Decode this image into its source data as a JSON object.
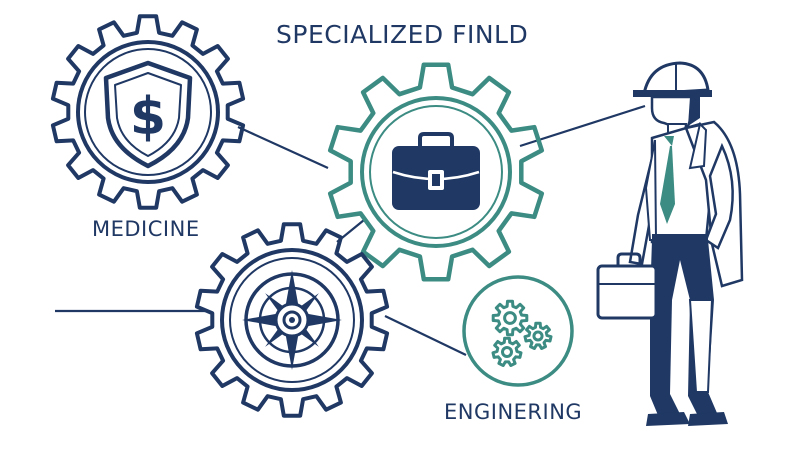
{
  "title": "SPECIALIZED FINLD",
  "labels": {
    "medicine": "MEDICINE",
    "engineering": "ENGINERING"
  },
  "icons": {
    "medicine_gear": "shield-dollar-icon",
    "center_gear": "briefcase-icon",
    "lower_gear": "compass-icon",
    "engineering_circle": "small-gears-icon",
    "figure": "engineer-with-briefcase"
  },
  "colors": {
    "navy": "#1f3864",
    "teal": "#3c8c83",
    "background": "#ffffff"
  }
}
